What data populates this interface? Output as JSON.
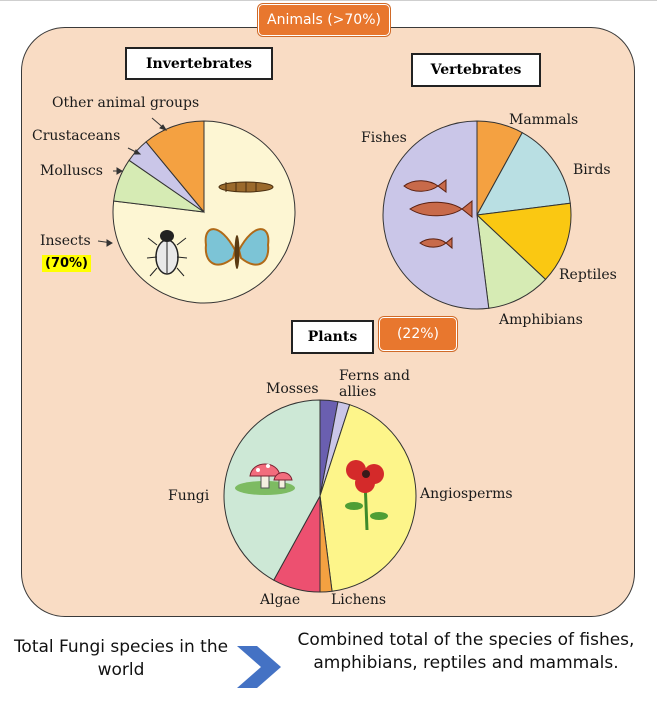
{
  "animals_tag": "Animals (>70%)",
  "plants_tag": "(22%)",
  "insects_highlight": "(70%)",
  "bottom": {
    "left_text": "Total Fungi species in the world",
    "right_text": "Combined total of the species of fishes, amphibians, reptiles and mammals."
  },
  "colors": {
    "panel": "#f9dcc4",
    "tag": "#e8772e",
    "arrow": "#4472c4"
  },
  "chart_data": [
    {
      "type": "pie",
      "title": "Invertebrates",
      "labels": [
        "Insects",
        "Molluscs",
        "Crustaceans",
        "Other animal groups"
      ],
      "values": [
        70,
        7,
        4,
        10
      ],
      "colors": [
        "#fdf6d3",
        "#d6ebb4",
        "#cac6e8",
        "#f4a141"
      ]
    },
    {
      "type": "pie",
      "title": "Vertebrates",
      "labels": [
        "Mammals",
        "Birds",
        "Reptiles",
        "Amphibians",
        "Fishes"
      ],
      "values": [
        8,
        15,
        14,
        11,
        52
      ],
      "colors": [
        "#f4a141",
        "#b9dfe3",
        "#fac812",
        "#d6ebb4",
        "#cac6e8"
      ]
    },
    {
      "type": "pie",
      "title": "Plants",
      "labels": [
        "Mosses",
        "Ferns and allies",
        "Angiosperms",
        "Lichens",
        "Algae",
        "Fungi"
      ],
      "values": [
        3,
        2,
        43,
        2,
        8,
        42
      ],
      "colors": [
        "#6a5fb0",
        "#cac6e8",
        "#fdf58a",
        "#f4a141",
        "#ed5070",
        "#cde8d6"
      ]
    }
  ]
}
